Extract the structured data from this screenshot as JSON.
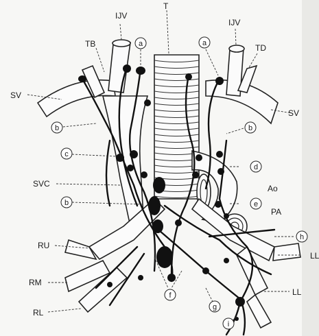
{
  "labels": {
    "ijv_left": "IJV",
    "ijv_right": "IJV",
    "trachea": "T",
    "tb": "TB",
    "td": "TD",
    "sv_left": "SV",
    "sv_right": "SV",
    "svc": "SVC",
    "ao": "Ao",
    "pa": "PA",
    "ru": "RU",
    "rm": "RM",
    "rl": "RL",
    "lu": "LL",
    "ll": "LL"
  },
  "circled": {
    "a_left": "a",
    "a_right": "a",
    "b_upper": "b",
    "b_right": "b",
    "c": "c",
    "b_lower": "b",
    "d": "d",
    "e": "e",
    "h": "h",
    "f": "f",
    "g": "g",
    "i": "i"
  }
}
